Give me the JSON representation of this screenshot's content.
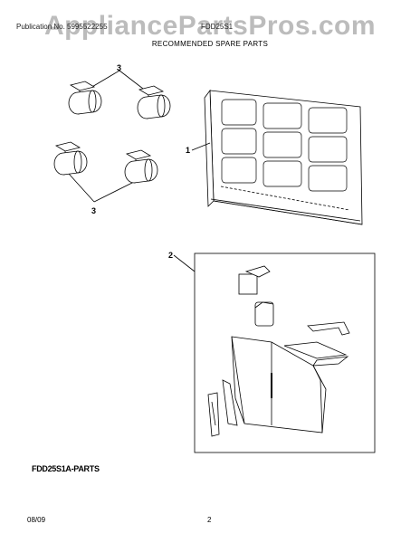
{
  "watermark": "AppliancePartsPros.com",
  "header": {
    "publication": "Publication No. 5995522255",
    "model": "FDD25S1",
    "title": "RECOMMENDED SPARE PARTS"
  },
  "callouts": {
    "caster_top": "3",
    "caster_bottom": "3",
    "filter": "1",
    "bucket": "2"
  },
  "footer": {
    "figure_code": "FDD25S1A-PARTS",
    "date": "08/09",
    "page": "2"
  }
}
